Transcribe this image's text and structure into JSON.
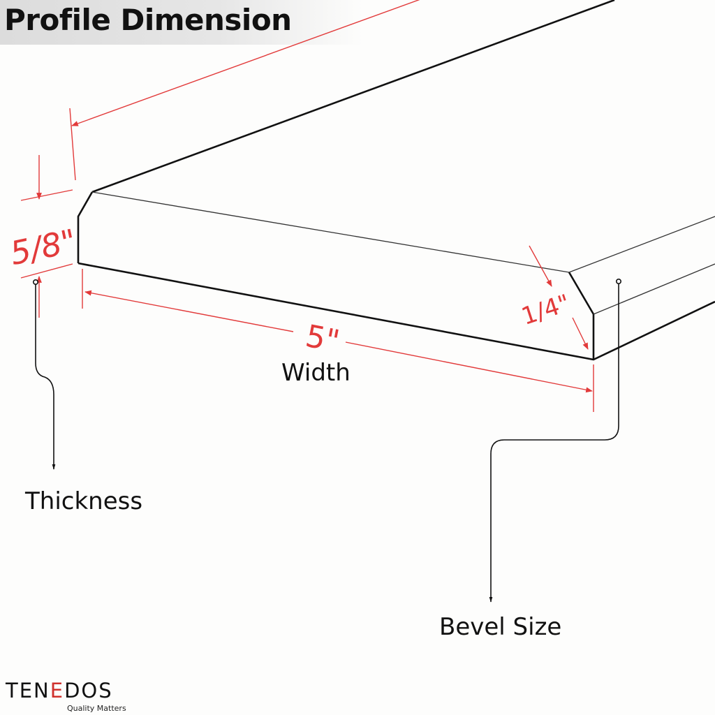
{
  "header": {
    "title": "Profile Dimension"
  },
  "dimensions": {
    "thickness": "5/8\"",
    "width": "5\"",
    "bevel": "1/4\""
  },
  "labels": {
    "width": "Width",
    "thickness": "Thickness",
    "bevel_size": "Bevel Size"
  },
  "brand": {
    "name_start": "TEN",
    "name_accent": "E",
    "name_end": "DOS",
    "tagline": "Quality Matters"
  },
  "colors": {
    "outline": "#111111",
    "dimension": "#e23a3a",
    "accent": "#d0312d"
  }
}
